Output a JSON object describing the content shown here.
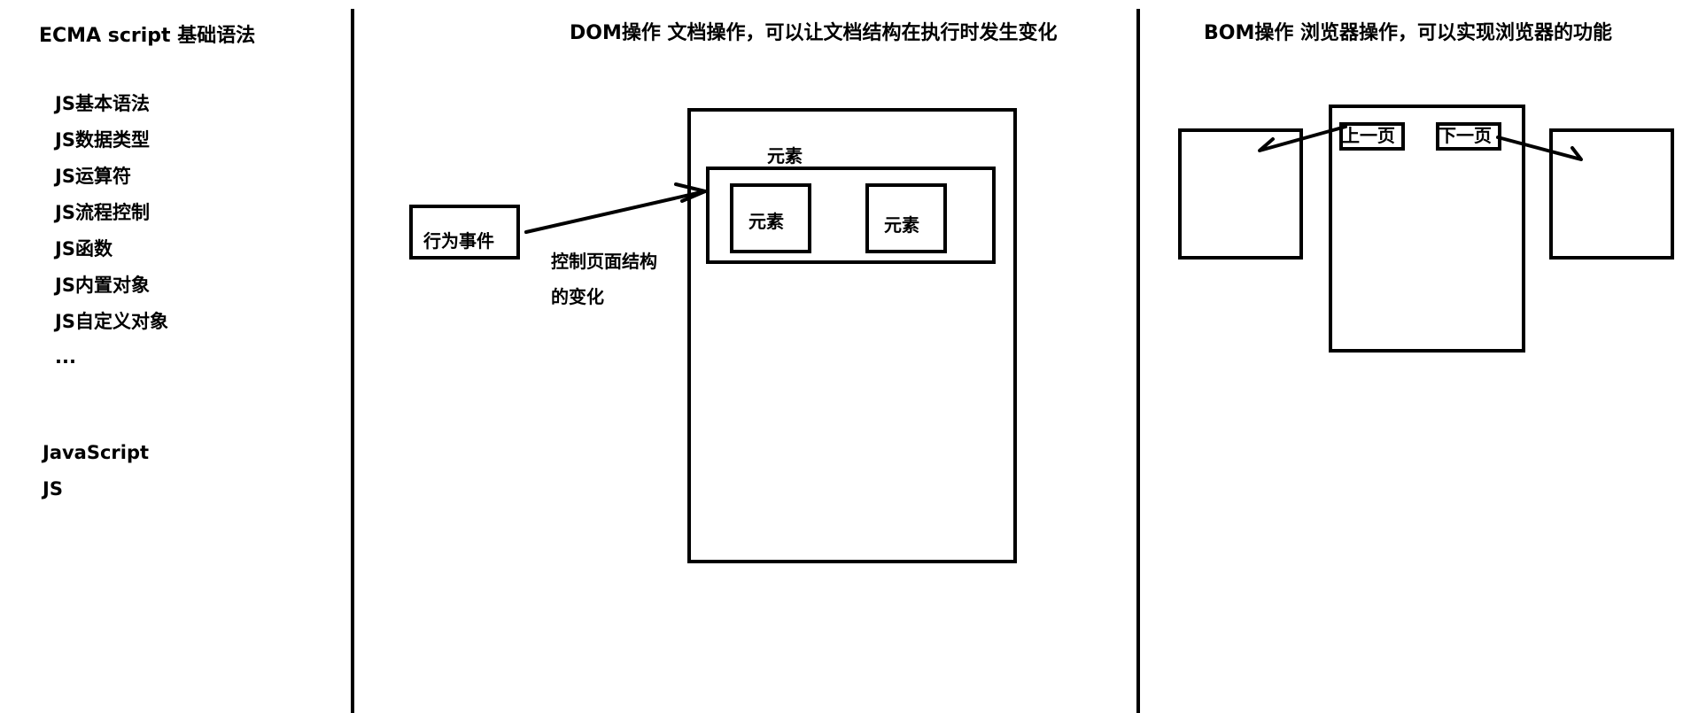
{
  "left_panel": {
    "title": "ECMA script  基础语法",
    "items": [
      "JS基本语法",
      "JS数据类型",
      "JS运算符",
      "JS流程控制",
      "JS函数",
      "JS内置对象",
      "JS自定义对象",
      "..."
    ],
    "aliases": [
      "JavaScript",
      "JS"
    ]
  },
  "dom_panel": {
    "title": "DOM操作    文档操作，可以让文档结构在执行时发生变化",
    "event_label": "行为事件",
    "arrow_caption_line1": "控制页面结构",
    "arrow_caption_line2": "的变化",
    "outer_element_label": "元素",
    "inner_element_1": "元素",
    "inner_element_2": "元素"
  },
  "bom_panel": {
    "title": "BOM操作    浏览器操作，可以实现浏览器的功能",
    "prev_button": "上一页",
    "next_button": "下一页"
  },
  "colors": {
    "ink": "#000000",
    "background": "#ffffff"
  }
}
